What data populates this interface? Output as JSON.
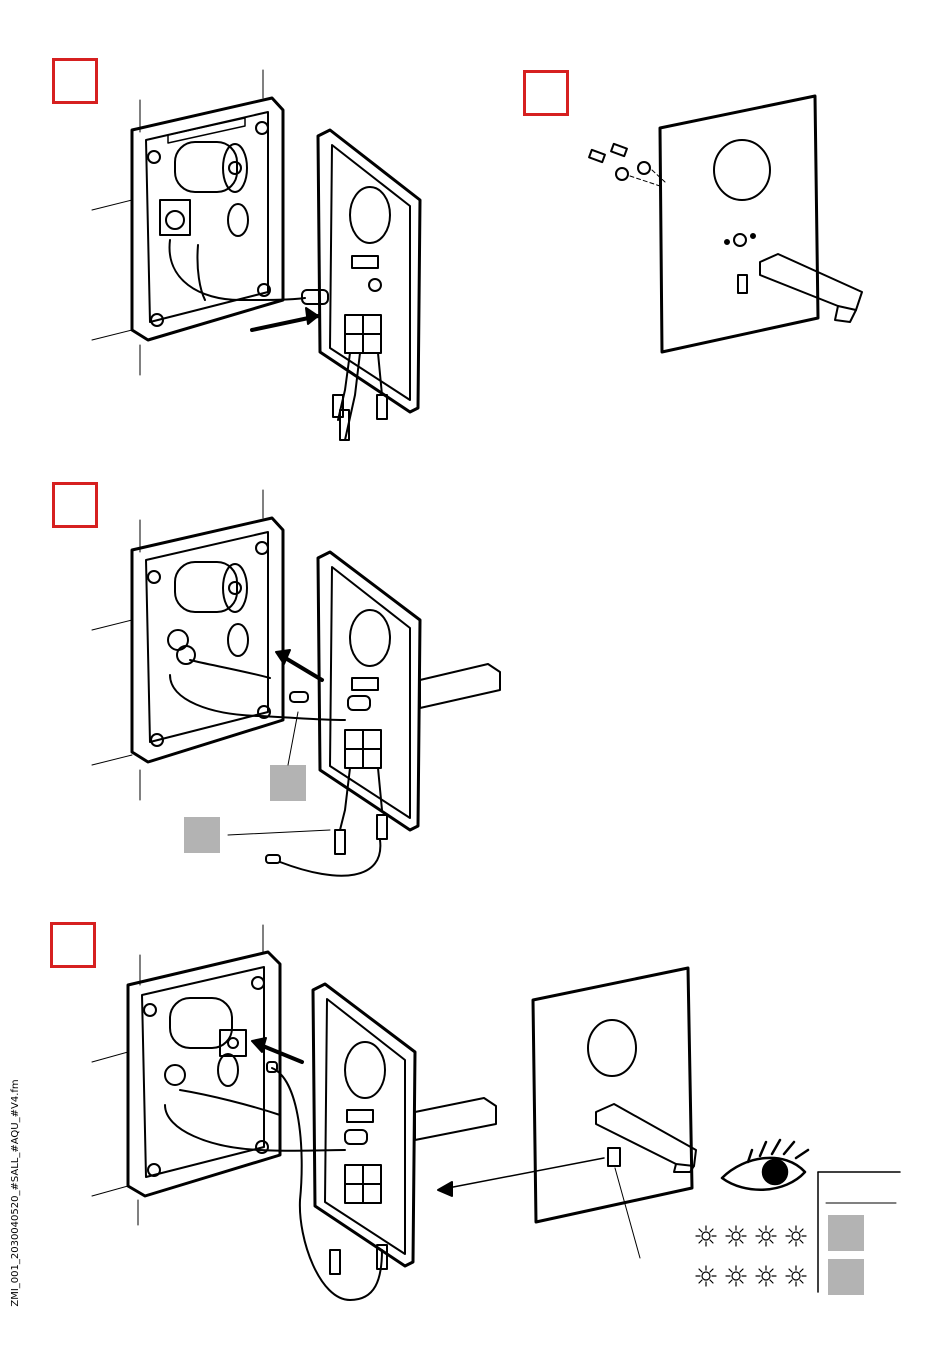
{
  "document": {
    "file_label": "ZMI_001_2030040520_#SALL_#AQU_#V4.fm"
  },
  "colors": {
    "step_box": "#d62020",
    "placeholder_box": "#b3b3b3",
    "line": "#000000"
  },
  "steps": [
    {
      "id": "step-1",
      "label": ""
    },
    {
      "id": "step-2",
      "label": ""
    },
    {
      "id": "step-3",
      "label": ""
    },
    {
      "id": "step-4",
      "label": ""
    }
  ],
  "icons": [
    "eye-icon",
    "led-flash-icon",
    "arrow-icon",
    "screw-icon",
    "washer-icon"
  ]
}
